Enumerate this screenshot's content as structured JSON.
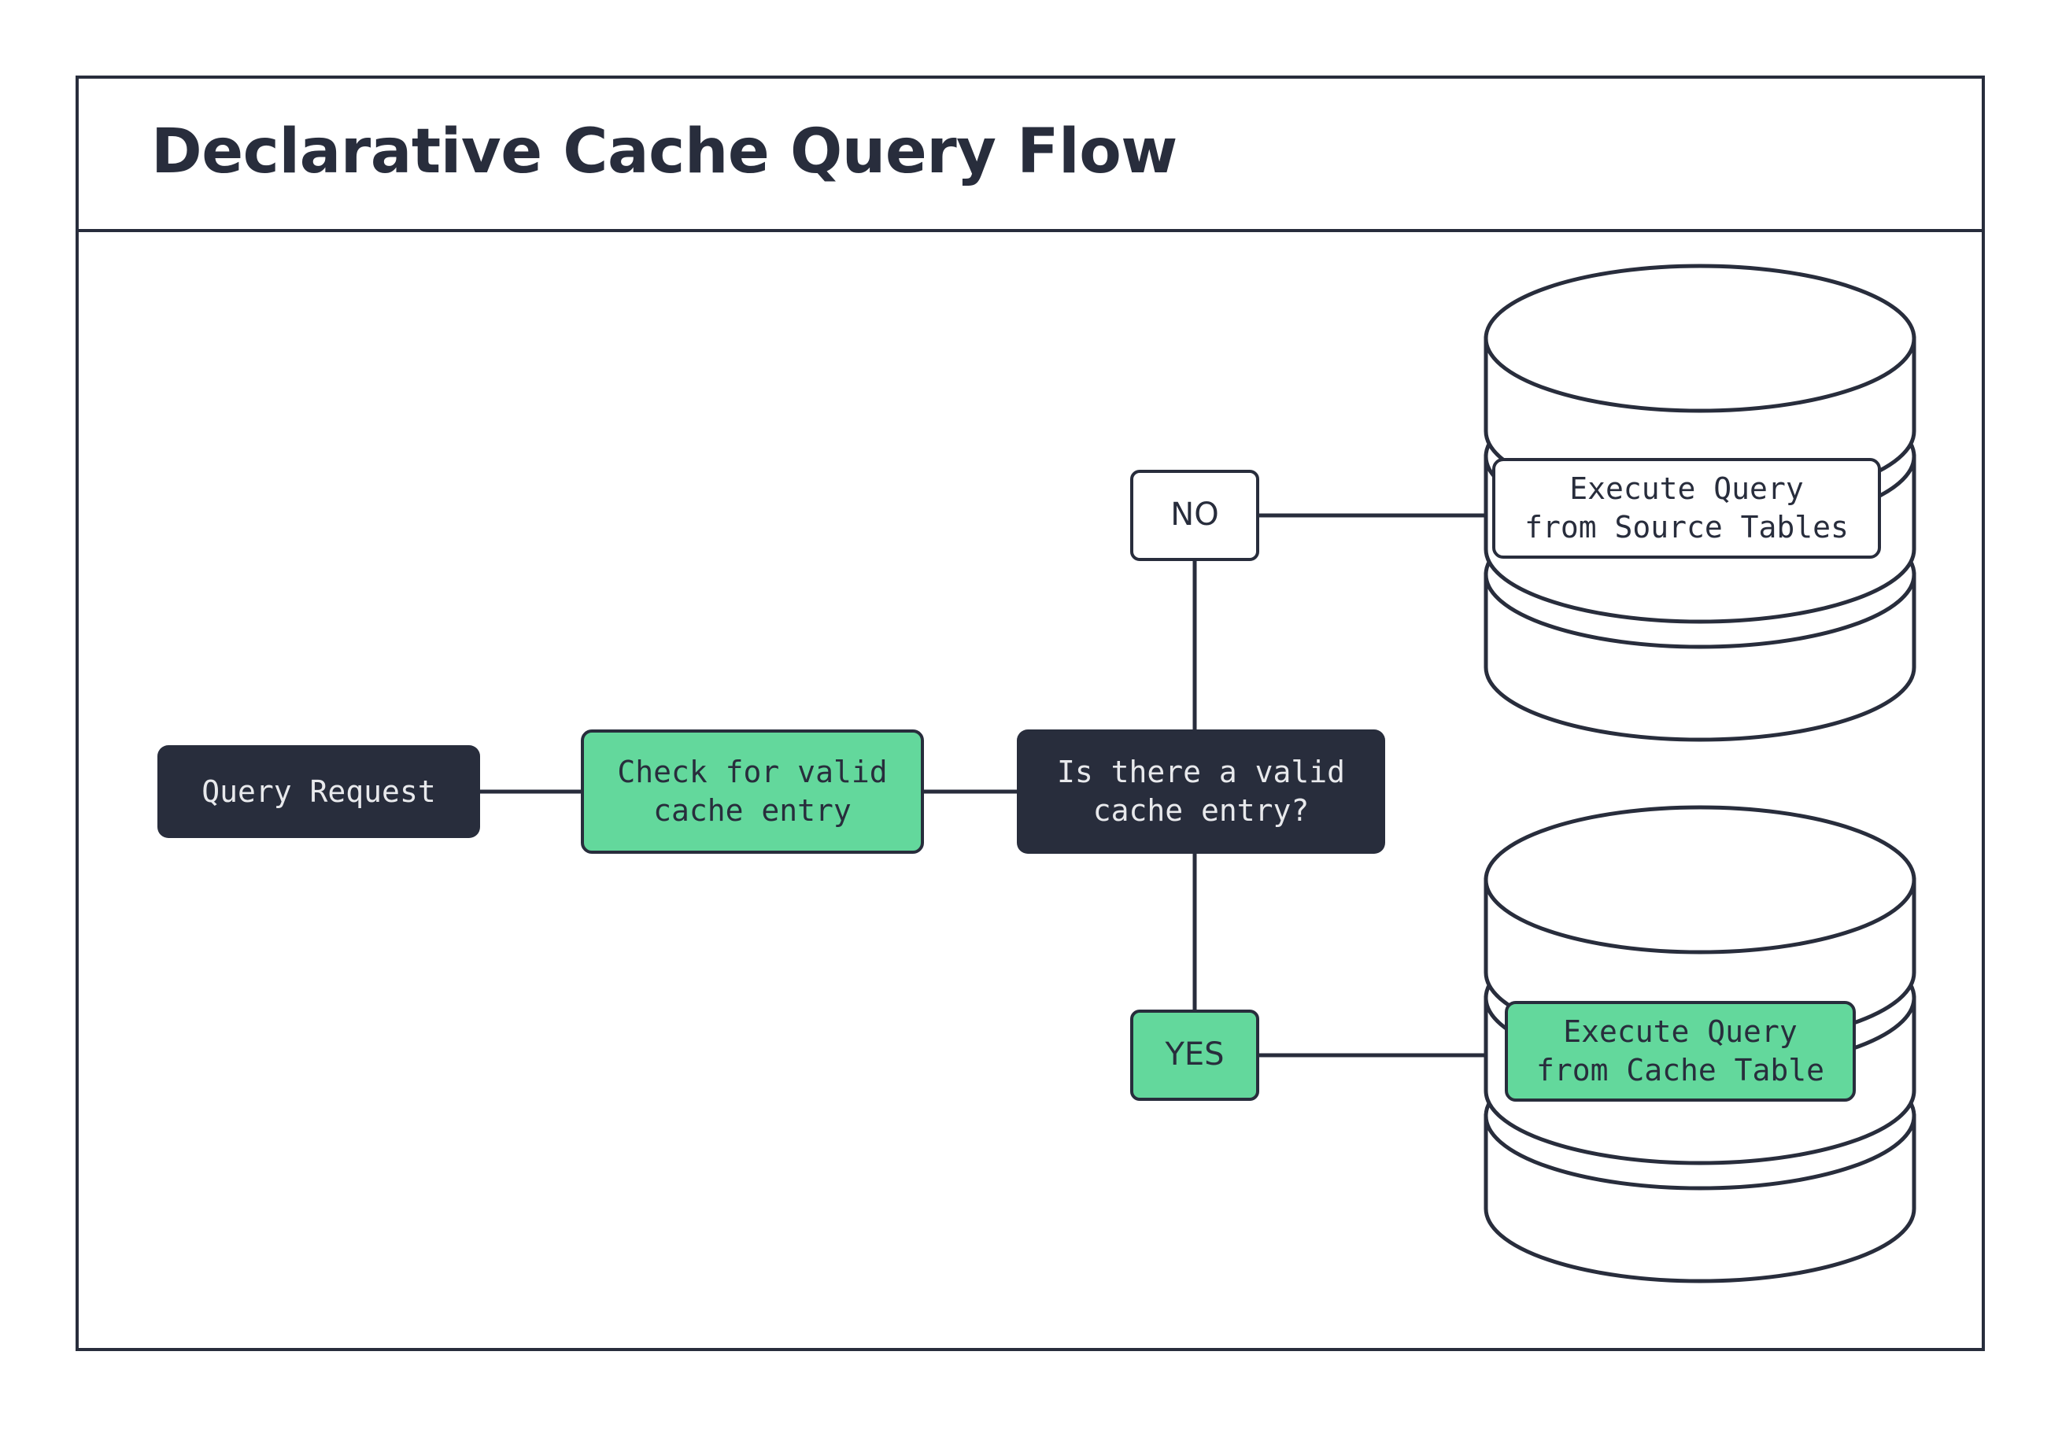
{
  "diagram": {
    "title": "Declarative Cache Query Flow",
    "type": "flowchart",
    "colors": {
      "dark": "#282D3C",
      "green": "#63D89C",
      "white": "#FFFFFF",
      "stroke": "#282D3C",
      "dark_text": "#E8E9EC"
    }
  },
  "nodes": {
    "query_request": {
      "label": "Query Request",
      "shape": "rounded-rect",
      "style": "dark"
    },
    "check_cache": {
      "label": "Check for valid\ncache entry",
      "shape": "rounded-rect",
      "style": "green"
    },
    "decision": {
      "label": "Is there a valid\ncache entry?",
      "shape": "rounded-rect",
      "style": "dark"
    },
    "branch_no": {
      "label": "NO",
      "shape": "rounded-rect",
      "style": "white"
    },
    "branch_yes": {
      "label": "YES",
      "shape": "rounded-rect",
      "style": "green"
    },
    "exec_source": {
      "label": "Execute Query\nfrom Source Tables",
      "shape": "rounded-rect",
      "style": "white",
      "container": "database-cylinder"
    },
    "exec_cache": {
      "label": "Execute Query\nfrom Cache Table",
      "shape": "rounded-rect",
      "style": "green",
      "container": "database-cylinder"
    }
  },
  "databases": {
    "source_tables": {
      "name": "source-tables-database",
      "disks": 3
    },
    "cache_table": {
      "name": "cache-table-database",
      "disks": 3
    }
  },
  "edges": [
    {
      "from": "query_request",
      "to": "check_cache",
      "label": ""
    },
    {
      "from": "check_cache",
      "to": "decision",
      "label": ""
    },
    {
      "from": "decision",
      "to": "branch_no",
      "label": "NO"
    },
    {
      "from": "decision",
      "to": "branch_yes",
      "label": "YES"
    },
    {
      "from": "branch_no",
      "to": "exec_source",
      "label": ""
    },
    {
      "from": "branch_yes",
      "to": "exec_cache",
      "label": ""
    }
  ]
}
